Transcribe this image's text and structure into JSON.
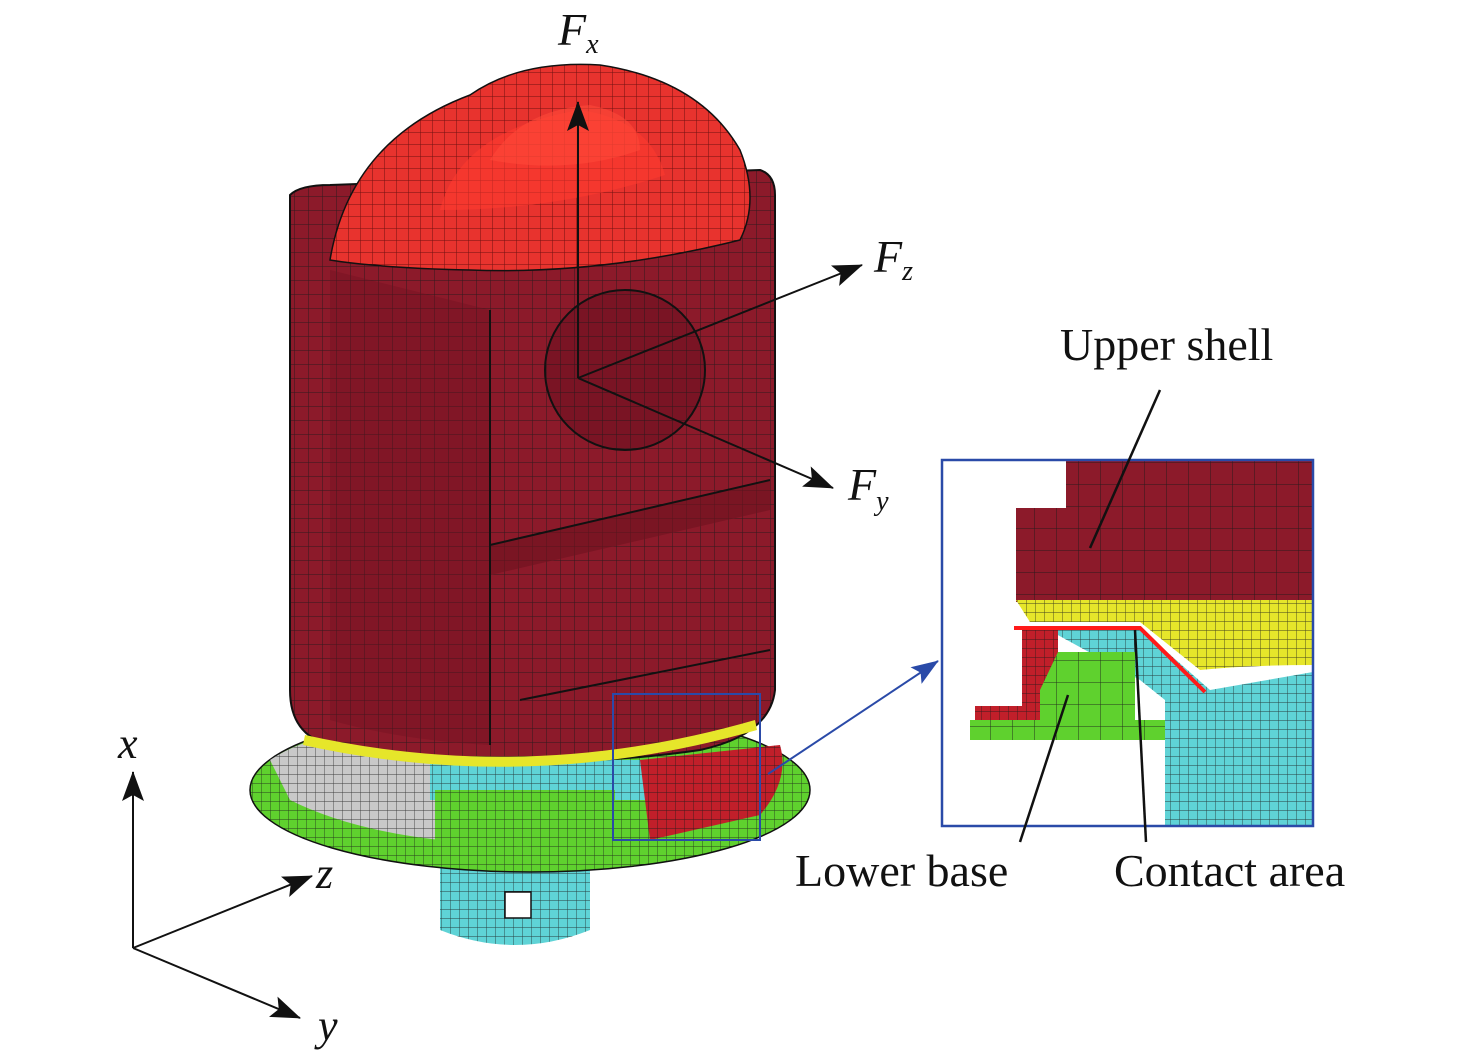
{
  "colors": {
    "upper_shell": "#8c1a2a",
    "upper_shell_dark": "#6e1220",
    "top_cap": "#e8332e",
    "interface_ring": "#e6e62a",
    "base_plate": "#5fd12e",
    "base_cyan": "#5fd3d6",
    "bracket_grey": "#c8c8c8",
    "bracket_red": "#c11f2a",
    "mesh_line": "#1a1a1a",
    "inset_frame": "#2a4aa8",
    "contact_line": "#ff1a1a",
    "arrow": "#111111"
  },
  "labels": {
    "force_x": {
      "main": "F",
      "sub": "x"
    },
    "force_y": {
      "main": "F",
      "sub": "y"
    },
    "force_z": {
      "main": "F",
      "sub": "z"
    },
    "axis_x": "x",
    "axis_y": "y",
    "axis_z": "z",
    "upper_shell": "Upper shell",
    "lower_base": "Lower base",
    "contact_area": "Contact area"
  }
}
